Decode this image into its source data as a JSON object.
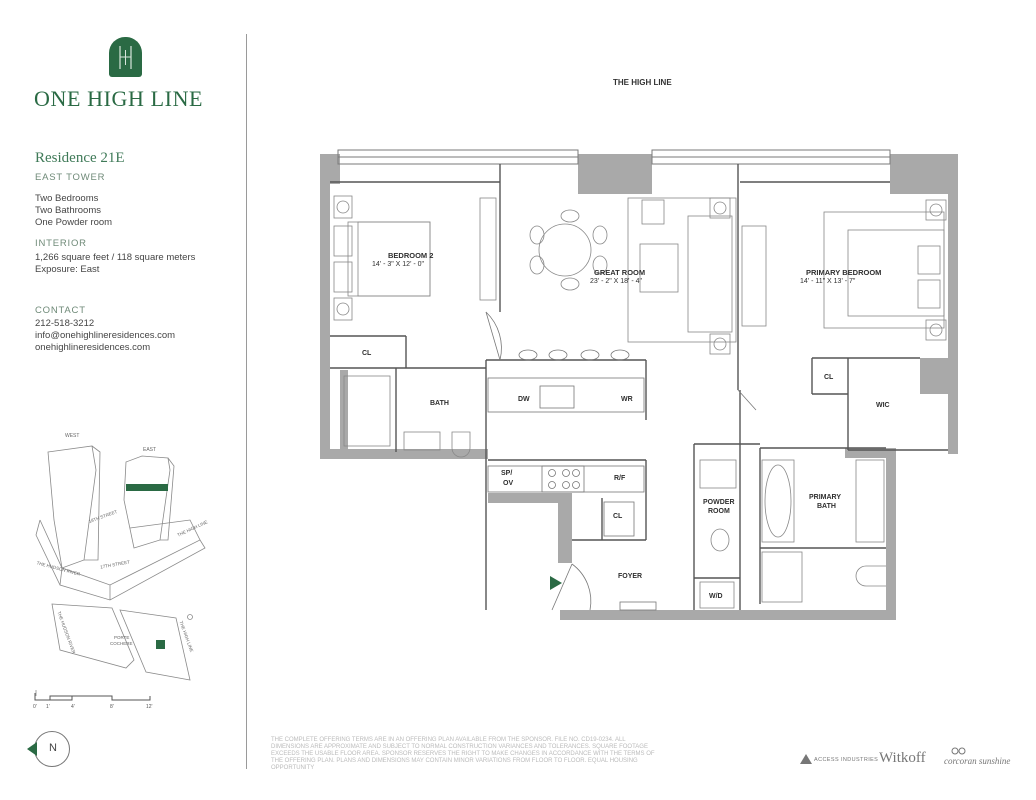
{
  "brand": {
    "logo_monogram": "H",
    "logo_text": "ONE HIGH LINE",
    "accent_color": "#2a6a44"
  },
  "residence": {
    "title": "Residence 21E",
    "tower": "EAST TOWER",
    "rooms": [
      "Two Bedrooms",
      "Two Bathrooms",
      "One Powder room"
    ]
  },
  "interior": {
    "label": "INTERIOR",
    "area": "1,266 square feet / 118 square meters",
    "exposure": "Exposure: East"
  },
  "contact": {
    "label": "CONTACT",
    "phone": "212-518-3212",
    "email": "info@onehighlineresidences.com",
    "website": "onehighlineresidences.com"
  },
  "keyplan": {
    "west": "WEST",
    "east": "EAST",
    "street_1": "18TH STREET",
    "river": "THE HUDSON RIVER",
    "street_2": "17TH STREET",
    "high_line": "THE HIGH LINE",
    "map_river": "THE HUDSON RIVER",
    "porte_cochere_1": "PORTE",
    "porte_cochere_2": "COCHERE",
    "map_high_line": "THE HIGH LINE"
  },
  "scale": {
    "ticks": [
      "0'",
      "1'",
      "4'",
      "8'",
      "12'"
    ]
  },
  "compass": {
    "label": "N"
  },
  "plan": {
    "street_label": "THE HIGH LINE",
    "rooms": {
      "bedroom2": {
        "name": "BEDROOM 2",
        "dims": "14' - 3\" X 12' - 0\""
      },
      "great_room": {
        "name": "GREAT ROOM",
        "dims": "23' - 2\" X 18' - 4\""
      },
      "primary_bedroom": {
        "name": "PRIMARY BEDROOM",
        "dims": "14' - 11\" X 13' - 7\""
      },
      "bath": "BATH",
      "cl_bed2": "CL",
      "cl_foyer": "CL",
      "cl_primary": "CL",
      "wic": "WIC",
      "powder_1": "POWDER",
      "powder_2": "ROOM",
      "primary_bath_1": "PRIMARY",
      "primary_bath_2": "BATH",
      "foyer": "FOYER",
      "wd": "W/D",
      "dw": "DW",
      "wr": "WR",
      "spov_1": "SP/",
      "spov_2": "OV",
      "rf": "R/F"
    }
  },
  "disclaimer": "THE COMPLETE OFFERING TERMS ARE IN AN OFFERING PLAN AVAILABLE FROM THE SPONSOR. FILE NO. CD19-0234. ALL DIMENSIONS ARE APPROXIMATE AND SUBJECT TO NORMAL CONSTRUCTION VARIANCES AND TOLERANCES. SQUARE FOOTAGE EXCEEDS THE USABLE FLOOR AREA. SPONSOR RESERVES THE RIGHT TO MAKE CHANGES IN ACCORDANCE WITH THE TERMS OF THE OFFERING PLAN. PLANS AND DIMENSIONS MAY CONTAIN MINOR VARIATIONS FROM FLOOR TO FLOOR. EQUAL HOUSING OPPORTUNITY",
  "partners": {
    "access": "ACCESS INDUSTRIES",
    "witkoff": "Witkoff",
    "corcoran": "corcoran sunshine"
  }
}
